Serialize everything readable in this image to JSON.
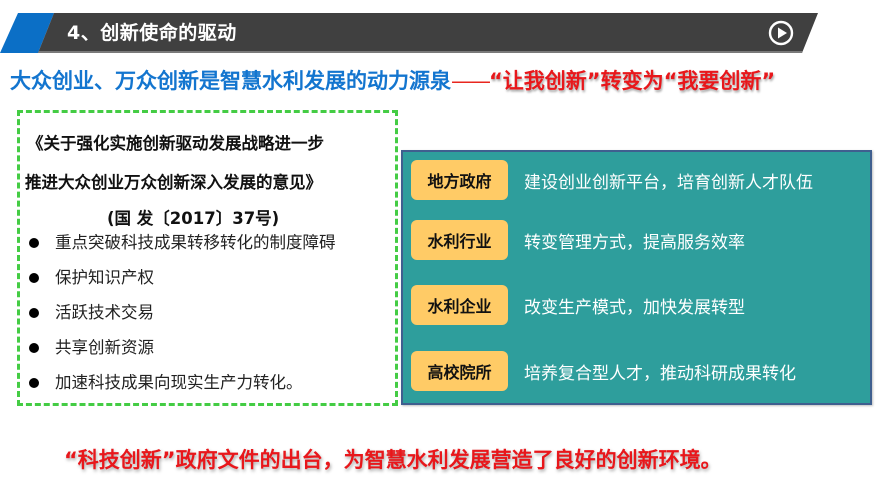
{
  "header": {
    "title": "4、创新使命的驱动",
    "play_icon": "play-circle-icon"
  },
  "subtitle": {
    "blue_text": "大众创业、万众创新是智慧水利发展的动力源泉",
    "dash": "——",
    "red_text": "“让我创新”转变为“我要创新”"
  },
  "document": {
    "title_line1": "《关于强化实施创新驱动发展战略进一步",
    "title_line2": "推进大众创业万众创新深入发展的意见》",
    "doc_number": "(国 发〔2017〕37号)",
    "bullets": [
      "重点突破科技成果转移转化的制度障碍",
      "保护知识产权",
      "活跃技术交易",
      "共享创新资源",
      "加速科技成果向现实生产力转化。"
    ]
  },
  "panel": {
    "rows": [
      {
        "tag": "地方政府",
        "desc": "建设创业创新平台，培育创新人才队伍"
      },
      {
        "tag": "水利行业",
        "desc": "转变管理方式，提高服务效率"
      },
      {
        "tag": "水利企业",
        "desc": "改变生产模式，加快发展转型"
      },
      {
        "tag": "高校院所",
        "desc": "培养复合型人才，推动科研成果转化"
      }
    ]
  },
  "footer": {
    "text": "“科技创新”政府文件的出台，为智慧水利发展营造了良好的创新环境。"
  },
  "colors": {
    "header_bg": "#404040",
    "header_accent": "#0B6FC6",
    "subtitle_blue": "#1375CF",
    "emphasis_red": "#E8171B",
    "dashed_border": "#44CC44",
    "panel_bg": "#2E9E9C",
    "panel_border": "#3F5F8F",
    "tag_bg": "#FFCB66"
  }
}
